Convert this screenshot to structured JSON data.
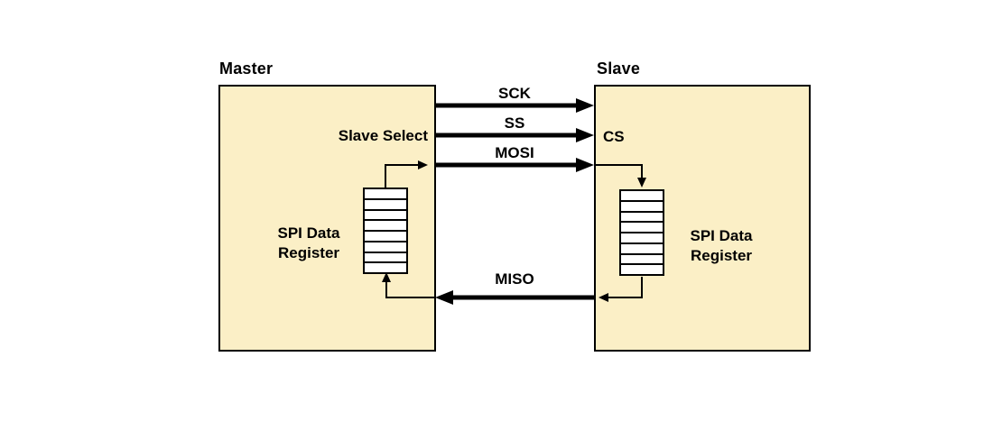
{
  "colors": {
    "box_fill": "#FBEFC6",
    "line": "#000000",
    "register_fill": "#FFFFFF",
    "canvas_bg": "#FFFFFF"
  },
  "master": {
    "title": "Master",
    "slave_select_label": "Slave Select",
    "register_label": {
      "line1": "SPI Data",
      "line2": "Register"
    },
    "register_cells": 8
  },
  "slave": {
    "title": "Slave",
    "cs_label": "CS",
    "register_label": {
      "line1": "SPI Data",
      "line2": "Register"
    },
    "register_cells": 8
  },
  "signals": {
    "sck": {
      "label": "SCK",
      "direction": "master-to-slave"
    },
    "ss": {
      "label": "SS",
      "direction": "master-to-slave"
    },
    "mosi": {
      "label": "MOSI",
      "direction": "master-to-slave"
    },
    "miso": {
      "label": "MISO",
      "direction": "slave-to-master"
    }
  }
}
